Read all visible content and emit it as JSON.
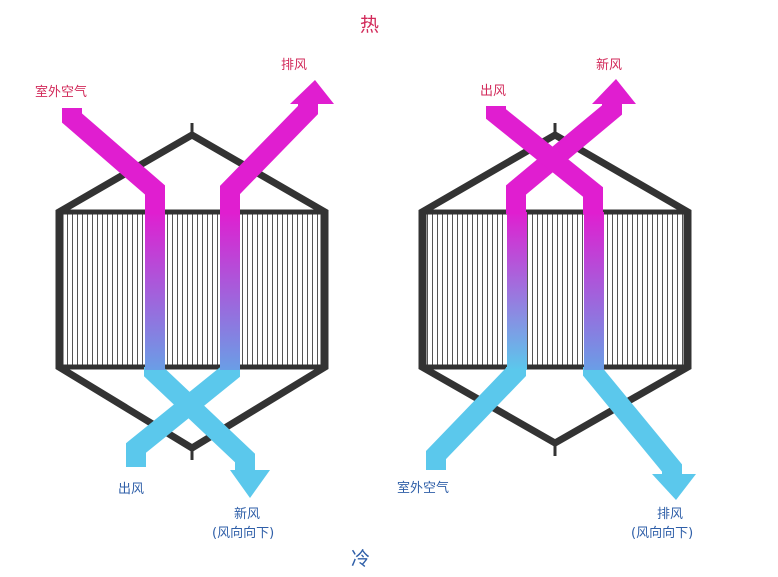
{
  "top_label": "热",
  "bottom_label": "冷",
  "left_unit": {
    "top_in": "室外空气",
    "top_out": "排风",
    "bottom_out_left": "出风",
    "bottom_out_right": "新风",
    "bottom_out_right_note": "(风向向下)"
  },
  "right_unit": {
    "top_in": "出风",
    "top_out": "新风",
    "bottom_in_left": "室外空气",
    "bottom_out_right": "排风",
    "bottom_out_right_note": "(风向向下)"
  },
  "colors": {
    "hot_arrow": "#e01ed0",
    "cold_arrow": "#5bc8ec",
    "frame": "#333333",
    "fins": "#555555",
    "hot_text": "#d22a5a",
    "cold_text": "#2f5fa8"
  }
}
